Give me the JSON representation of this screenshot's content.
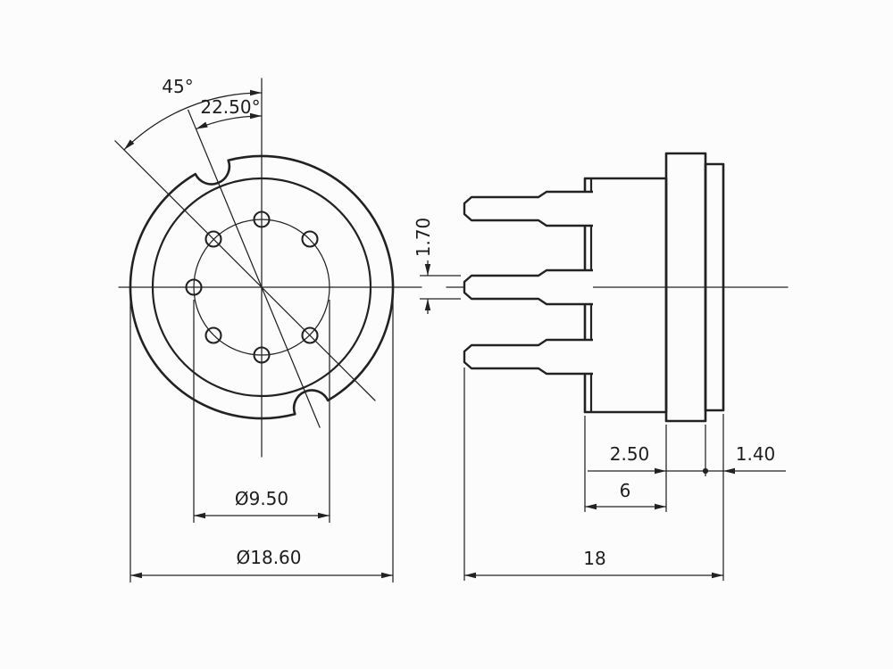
{
  "page": {
    "background": "#fcfcfc",
    "ink": "#222222",
    "description": "Technical dimension drawing of a 7-pin PCB-mount socket, front view and side view"
  },
  "front_view": {
    "pin_count": 7,
    "dim_angle_outer": "45°",
    "dim_angle_key": "22.50°",
    "dim_pin_circle_diameter": "Ø9.50",
    "dim_outer_diameter": "Ø18.60"
  },
  "side_view": {
    "dim_pin_thickness": "1.70",
    "dim_skirt_thickness": "2.50",
    "dim_lip_thickness": "1.40",
    "dim_body_length": "6",
    "dim_overall_length": "18"
  }
}
